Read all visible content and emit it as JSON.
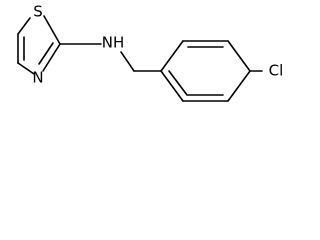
{
  "molecule": {
    "atoms": {
      "sulfur": "S",
      "ring_nitrogen": "N",
      "amine": "NH",
      "chlorine": "Cl"
    }
  }
}
